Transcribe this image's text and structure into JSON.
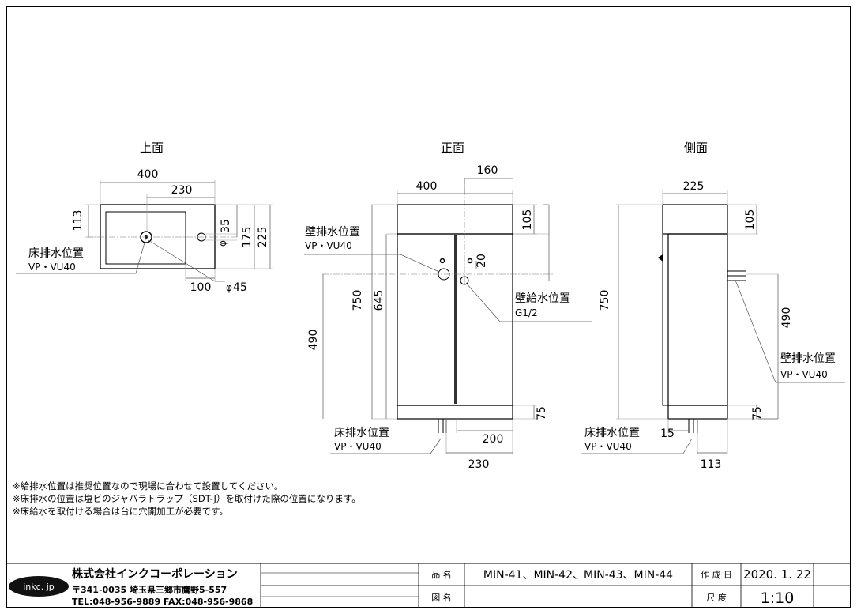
{
  "views": {
    "top_title": "上面",
    "front_title": "正面",
    "side_title": "側面"
  },
  "top_view": {
    "dim_width": "400",
    "dim_230": "230",
    "dim_113": "113",
    "dim_35": "35",
    "dim_175": "175",
    "dim_225": "225",
    "dim_100": "100",
    "dim_phi45": "45",
    "phi": "φ",
    "floor_drain_label": "床排水位置",
    "floor_drain_spec": "VP・VU40"
  },
  "front_view": {
    "dim_400": "400",
    "dim_160": "160",
    "dim_105": "105",
    "dim_20": "20",
    "dim_750": "750",
    "dim_645": "645",
    "dim_490": "490",
    "dim_75": "75",
    "dim_200": "200",
    "dim_230": "230",
    "wall_drain_label": "壁排水位置",
    "wall_drain_spec": "VP・VU40",
    "wall_supply_label": "壁給水位置",
    "wall_supply_spec": "G1/2",
    "floor_drain_label": "床排水位置",
    "floor_drain_spec": "VP・VU40"
  },
  "side_view": {
    "dim_225": "225",
    "dim_105": "105",
    "dim_750": "750",
    "dim_490": "490",
    "dim_75": "75",
    "dim_15": "15",
    "dim_113": "113",
    "wall_drain_label": "壁排水位置",
    "wall_drain_spec": "VP・VU40",
    "floor_drain_label": "床排水位置",
    "floor_drain_spec": "VP・VU40"
  },
  "notes": [
    "※給排水位置は推奨位置なので現場に合わせて設置してください。",
    "※床排水の位置は塩ビのジャバラトラップ（SDT-J）を取付けた際の位置になります。",
    "※床給水を取付ける場合は台に穴開加工が必要です。"
  ],
  "title_block": {
    "logo": "inkc. jp",
    "company": "株式会社インクコーポレーション",
    "address": "〒341-0035 埼玉県三郷市鷹野5-557",
    "contact": "TEL:048-956-9889  FAX:048-956-9868",
    "product_label": "品 名",
    "product_value": "MIN-41、MIN-42、MIN-43、MIN-44",
    "drawing_label": "図 名",
    "drawing_value": "",
    "date_label": "作 成 日",
    "date_value": "2020. 1. 22",
    "scale_label": "尺 度",
    "scale_value": "1:10"
  }
}
